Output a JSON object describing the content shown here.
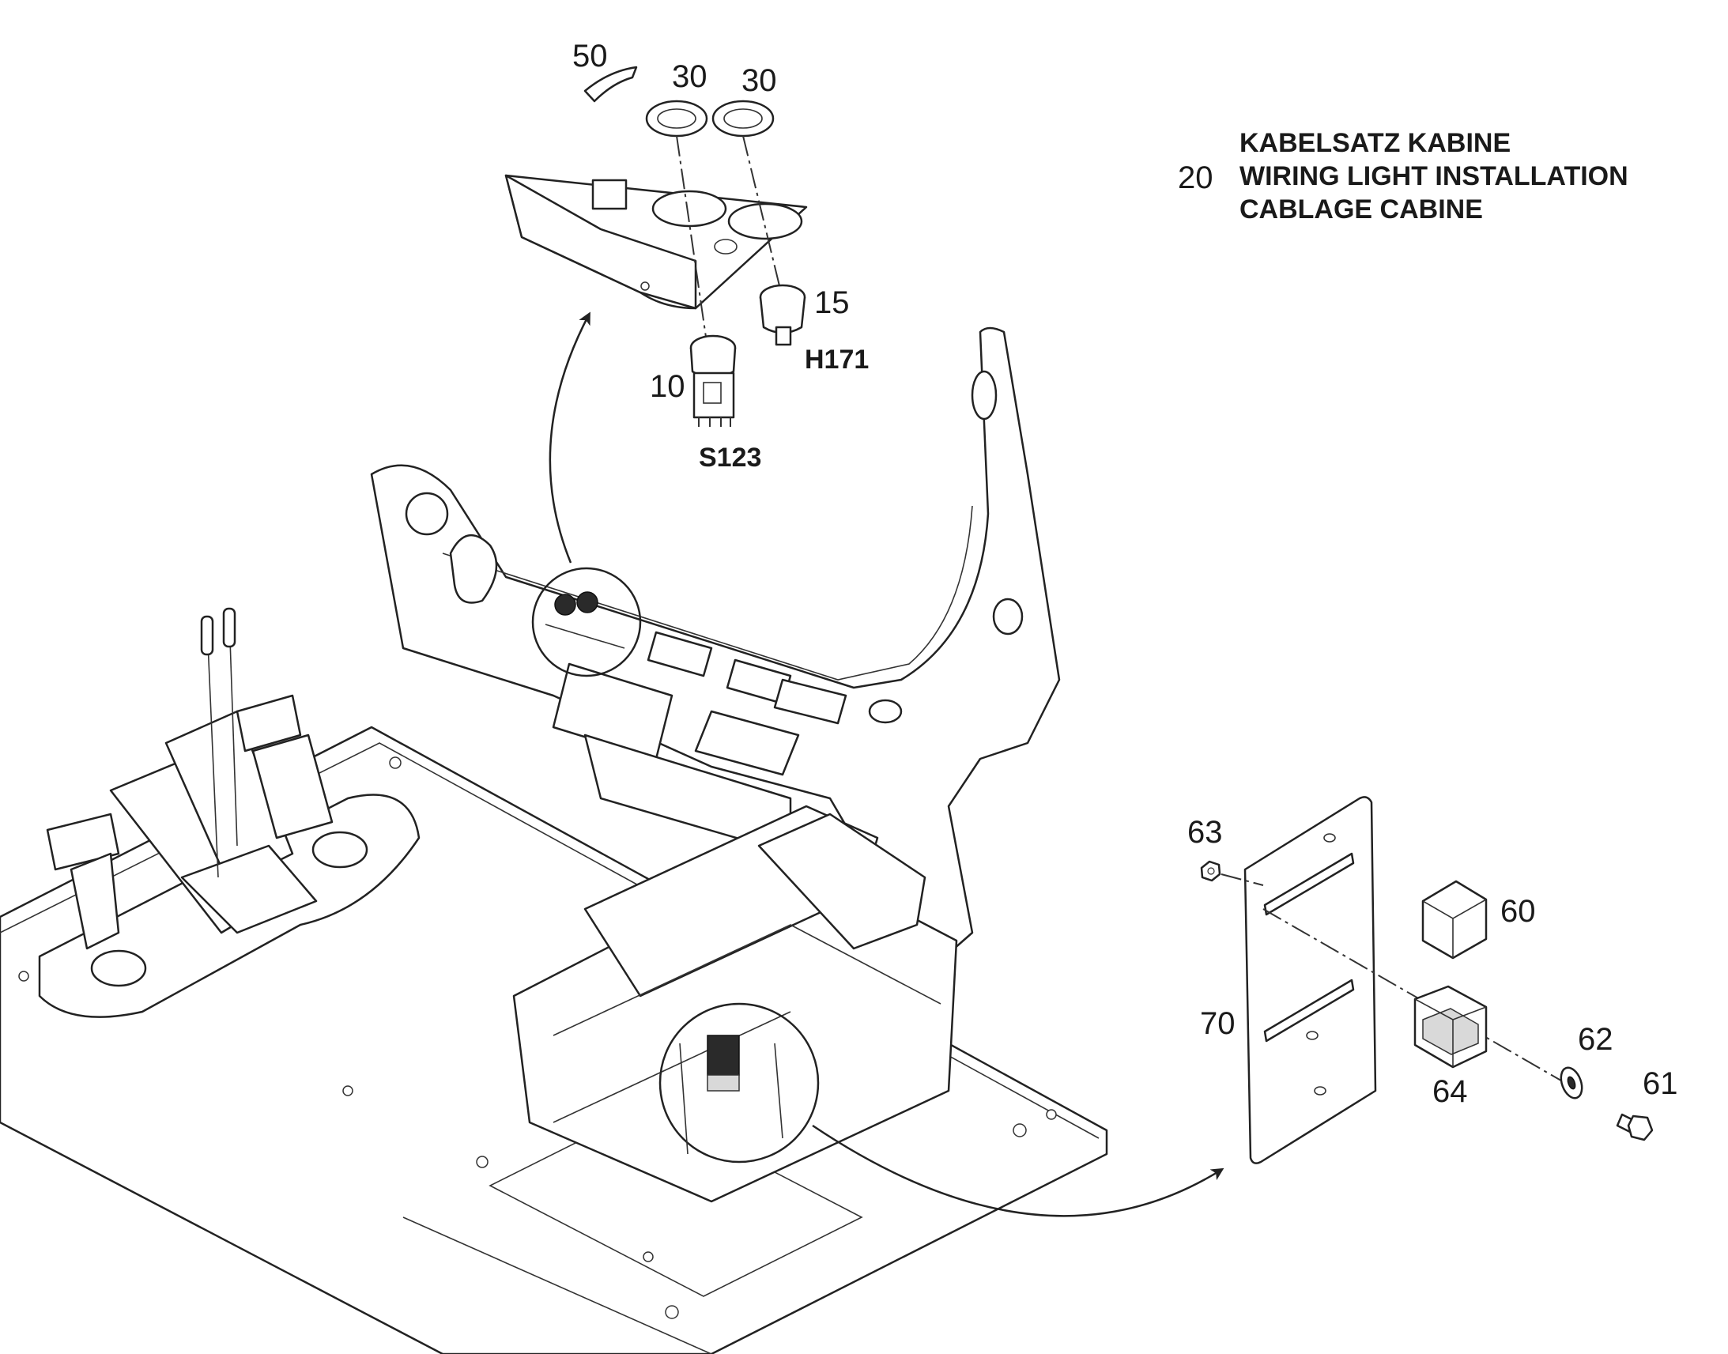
{
  "title_block": {
    "item_number": "20",
    "lines": [
      "KABELSATZ KABINE",
      "WIRING LIGHT INSTALLATION",
      "CABLAGE CABINE"
    ]
  },
  "callouts": {
    "c50": "50",
    "c30a": "30",
    "c30b": "30",
    "c15": "15",
    "h171": "H171",
    "c10": "10",
    "s123": "S123",
    "c63": "63",
    "c60": "60",
    "c70": "70",
    "c62": "62",
    "c61": "61",
    "c64": "64"
  }
}
